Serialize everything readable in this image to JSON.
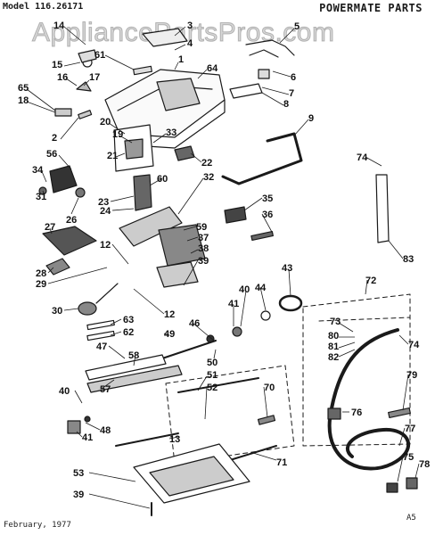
{
  "header": {
    "model": "Model 116.26171",
    "brand": "POWERMATE PARTS"
  },
  "watermark": "AppliancePartsPros.com",
  "footer": {
    "date": "February, 1977",
    "code": "A5"
  },
  "callouts": [
    {
      "id": "14",
      "text": "14"
    },
    {
      "id": "3",
      "text": "3"
    },
    {
      "id": "5",
      "text": "5"
    },
    {
      "id": "4",
      "text": "4"
    },
    {
      "id": "1",
      "text": "1"
    },
    {
      "id": "61",
      "text": "61"
    },
    {
      "id": "15",
      "text": "15"
    },
    {
      "id": "64",
      "text": "64"
    },
    {
      "id": "6",
      "text": "6"
    },
    {
      "id": "16",
      "text": "16"
    },
    {
      "id": "17",
      "text": "17"
    },
    {
      "id": "65",
      "text": "65"
    },
    {
      "id": "18",
      "text": "18"
    },
    {
      "id": "7",
      "text": "7"
    },
    {
      "id": "8",
      "text": "8"
    },
    {
      "id": "9",
      "text": "9"
    },
    {
      "id": "20",
      "text": "20"
    },
    {
      "id": "19",
      "text": "19"
    },
    {
      "id": "33",
      "text": "33"
    },
    {
      "id": "2",
      "text": "2"
    },
    {
      "id": "56",
      "text": "56"
    },
    {
      "id": "21",
      "text": "21"
    },
    {
      "id": "22",
      "text": "22"
    },
    {
      "id": "74a",
      "text": "74"
    },
    {
      "id": "34",
      "text": "34"
    },
    {
      "id": "60",
      "text": "60"
    },
    {
      "id": "32",
      "text": "32"
    },
    {
      "id": "31",
      "text": "31"
    },
    {
      "id": "26",
      "text": "26"
    },
    {
      "id": "23",
      "text": "23"
    },
    {
      "id": "35",
      "text": "35"
    },
    {
      "id": "24",
      "text": "24"
    },
    {
      "id": "36",
      "text": "36"
    },
    {
      "id": "27",
      "text": "27"
    },
    {
      "id": "59",
      "text": "59"
    },
    {
      "id": "37",
      "text": "37"
    },
    {
      "id": "38",
      "text": "38"
    },
    {
      "id": "12a",
      "text": "12"
    },
    {
      "id": "83",
      "text": "83"
    },
    {
      "id": "39a",
      "text": "39"
    },
    {
      "id": "43",
      "text": "43"
    },
    {
      "id": "28",
      "text": "28"
    },
    {
      "id": "29",
      "text": "29"
    },
    {
      "id": "72",
      "text": "72"
    },
    {
      "id": "40a",
      "text": "40"
    },
    {
      "id": "44",
      "text": "44"
    },
    {
      "id": "41a",
      "text": "41"
    },
    {
      "id": "30",
      "text": "30"
    },
    {
      "id": "12b",
      "text": "12"
    },
    {
      "id": "63",
      "text": "63"
    },
    {
      "id": "46",
      "text": "46"
    },
    {
      "id": "62",
      "text": "62"
    },
    {
      "id": "49",
      "text": "49"
    },
    {
      "id": "73",
      "text": "73"
    },
    {
      "id": "80",
      "text": "80"
    },
    {
      "id": "81",
      "text": "81"
    },
    {
      "id": "82",
      "text": "82"
    },
    {
      "id": "74b",
      "text": "74"
    },
    {
      "id": "47",
      "text": "47"
    },
    {
      "id": "58",
      "text": "58"
    },
    {
      "id": "50",
      "text": "50"
    },
    {
      "id": "51",
      "text": "51"
    },
    {
      "id": "70",
      "text": "70"
    },
    {
      "id": "79",
      "text": "79"
    },
    {
      "id": "52",
      "text": "52"
    },
    {
      "id": "40b",
      "text": "40"
    },
    {
      "id": "57",
      "text": "57"
    },
    {
      "id": "76",
      "text": "76"
    },
    {
      "id": "41b",
      "text": "41"
    },
    {
      "id": "48",
      "text": "48"
    },
    {
      "id": "77",
      "text": "77"
    },
    {
      "id": "13",
      "text": "13"
    },
    {
      "id": "71",
      "text": "71"
    },
    {
      "id": "75",
      "text": "75"
    },
    {
      "id": "78",
      "text": "78"
    },
    {
      "id": "53",
      "text": "53"
    },
    {
      "id": "39b",
      "text": "39"
    }
  ]
}
